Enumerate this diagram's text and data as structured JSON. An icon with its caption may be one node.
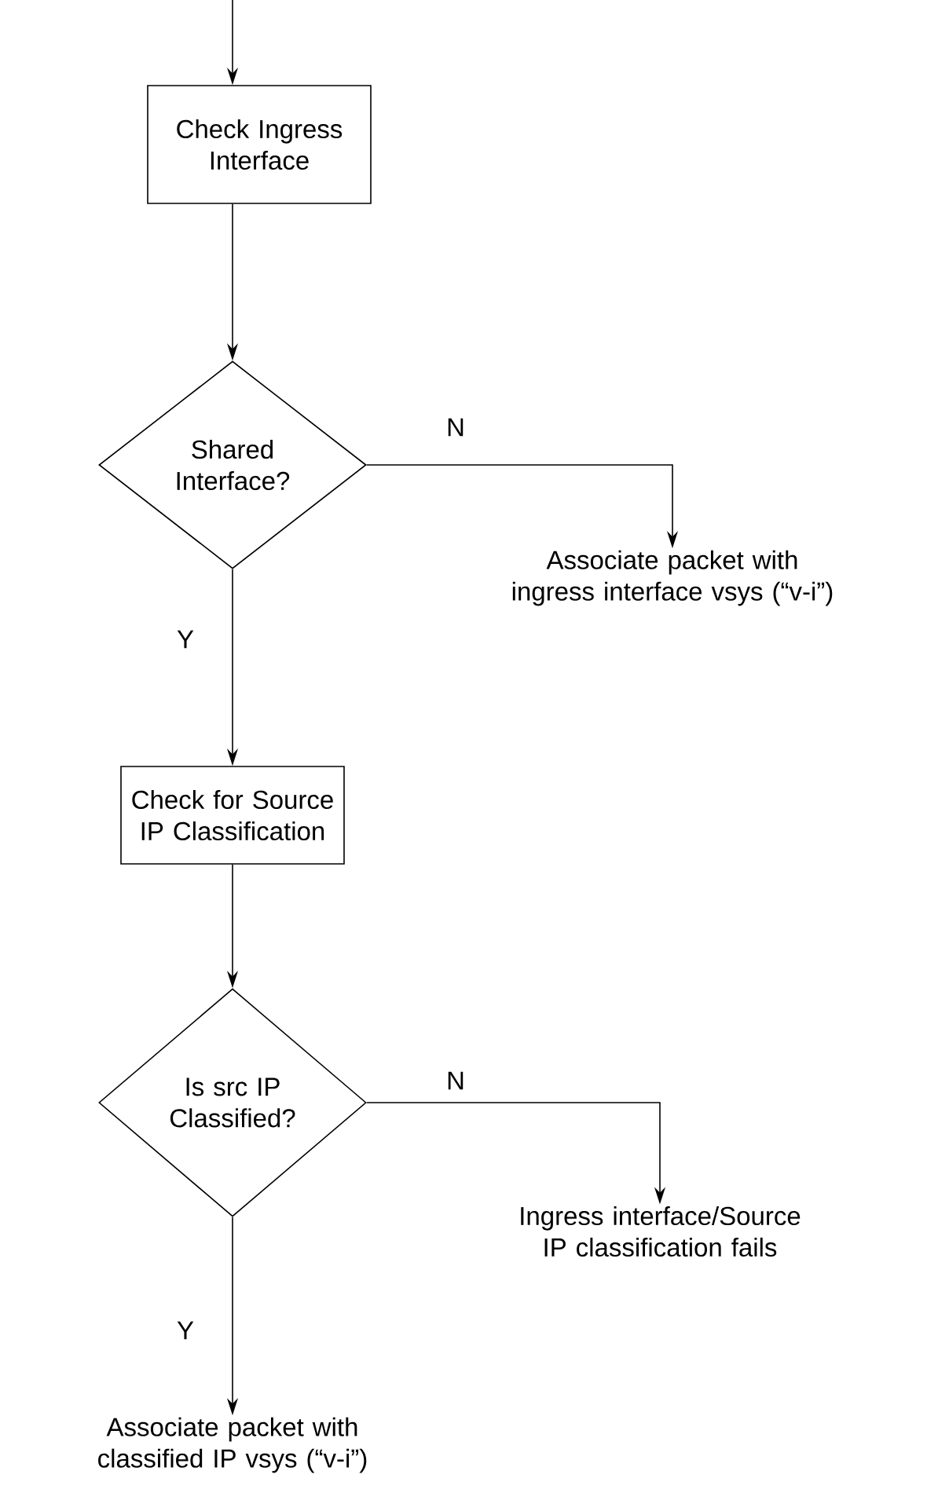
{
  "diagram": {
    "nodes": [
      {
        "text": [
          "Check Ingress Interface"
        ]
      },
      {
        "text": [
          "Shared Interface?"
        ]
      },
      {
        "text": [
          "Associate packet with ingress interface vsys (“v-i”)"
        ]
      },
      {
        "text": [
          "Check for Source IP Classification"
        ]
      },
      {
        "text": [
          "Is src IP Classified?"
        ]
      },
      {
        "text": [
          "Ingress interface/Source IP classification fails"
        ]
      },
      {
        "text": [
          "Associate packet with classified IP vsys (“v-i”)"
        ]
      }
    ],
    "edges": [
      {
        "from": null,
        "to": 0,
        "arrow": "to"
      },
      {
        "from": 0,
        "to": 1,
        "arrow": "to"
      },
      {
        "from": 1,
        "to": 2,
        "arrow": "to",
        "label": "N"
      },
      {
        "from": 1,
        "to": 3,
        "arrow": "to",
        "label": "Y"
      },
      {
        "from": 3,
        "to": 4,
        "arrow": "to"
      },
      {
        "from": 4,
        "to": 5,
        "arrow": "to",
        "label": "N"
      },
      {
        "from": 4,
        "to": 6,
        "arrow": "to",
        "label": "Y"
      }
    ]
  }
}
